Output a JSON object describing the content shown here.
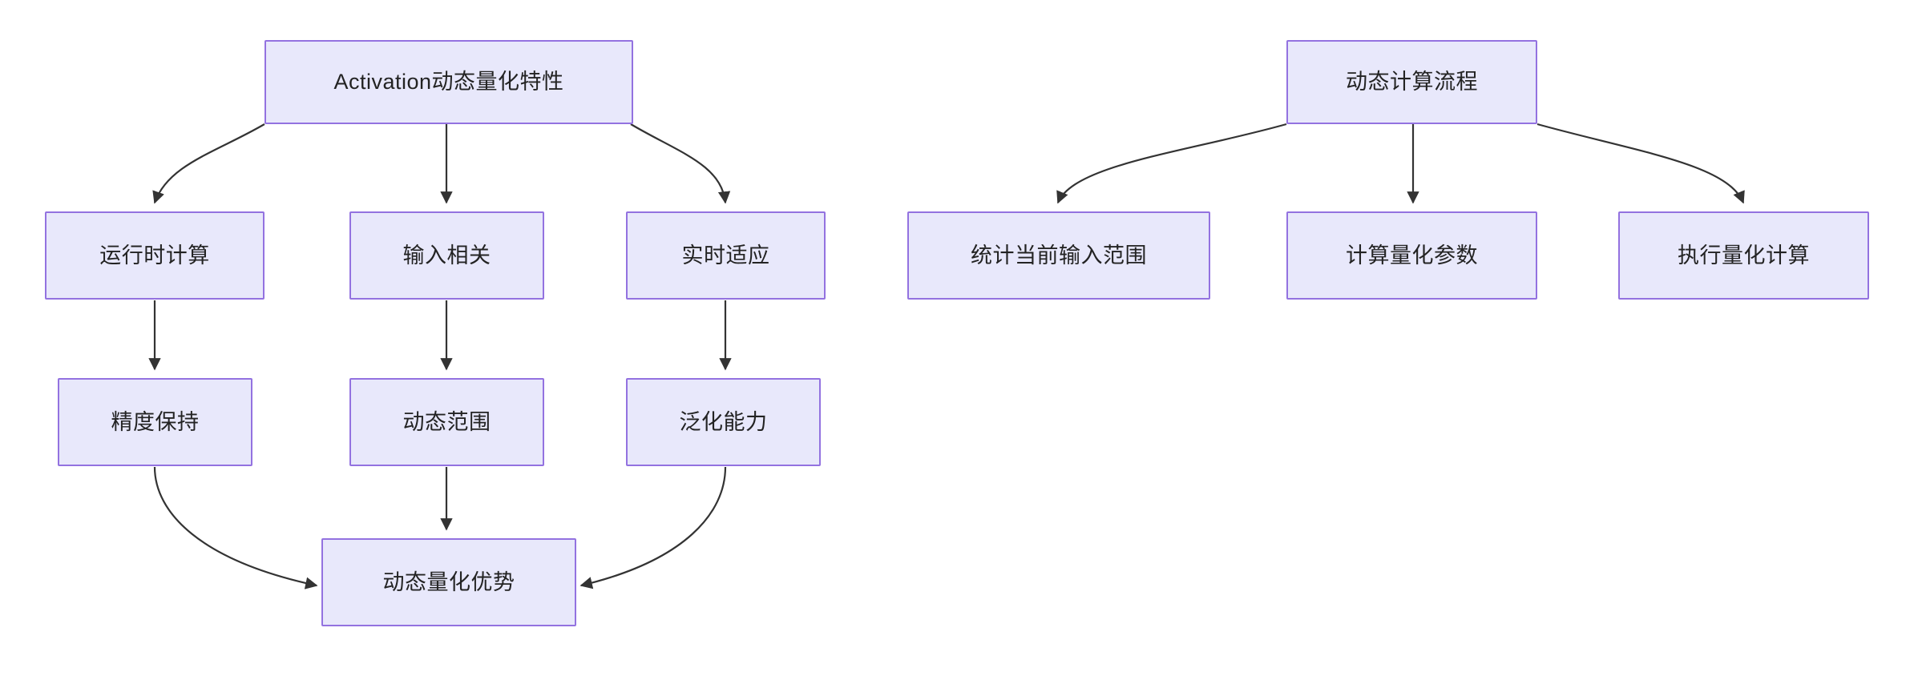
{
  "diagram": {
    "type": "flowchart",
    "background_color": "#ffffff",
    "node_fill_color": "#e8e8fb",
    "node_border_color": "#9372e0",
    "edge_color": "#333333",
    "text_color": "#232323",
    "graphs": [
      {
        "id": "activation-dynamic-quantization",
        "root_label": "Activation动态量化特性",
        "nodes": [
          {
            "id": "n1",
            "label": "Activation动态量化特性"
          },
          {
            "id": "n2",
            "label": "运行时计算"
          },
          {
            "id": "n3",
            "label": "输入相关"
          },
          {
            "id": "n4",
            "label": "实时适应"
          },
          {
            "id": "n5",
            "label": "精度保持"
          },
          {
            "id": "n6",
            "label": "动态范围"
          },
          {
            "id": "n7",
            "label": "泛化能力"
          },
          {
            "id": "n8",
            "label": "动态量化优势"
          }
        ],
        "edges": [
          {
            "from": "n1",
            "to": "n2"
          },
          {
            "from": "n1",
            "to": "n3"
          },
          {
            "from": "n1",
            "to": "n4"
          },
          {
            "from": "n2",
            "to": "n5"
          },
          {
            "from": "n3",
            "to": "n6"
          },
          {
            "from": "n4",
            "to": "n7"
          },
          {
            "from": "n5",
            "to": "n8"
          },
          {
            "from": "n6",
            "to": "n8"
          },
          {
            "from": "n7",
            "to": "n8"
          }
        ]
      },
      {
        "id": "dynamic-compute-flow",
        "root_label": "动态计算流程",
        "nodes": [
          {
            "id": "m1",
            "label": "动态计算流程"
          },
          {
            "id": "m2",
            "label": "统计当前输入范围"
          },
          {
            "id": "m3",
            "label": "计算量化参数"
          },
          {
            "id": "m4",
            "label": "执行量化计算"
          }
        ],
        "edges": [
          {
            "from": "m1",
            "to": "m2"
          },
          {
            "from": "m1",
            "to": "m3"
          },
          {
            "from": "m1",
            "to": "m4"
          }
        ]
      }
    ]
  }
}
